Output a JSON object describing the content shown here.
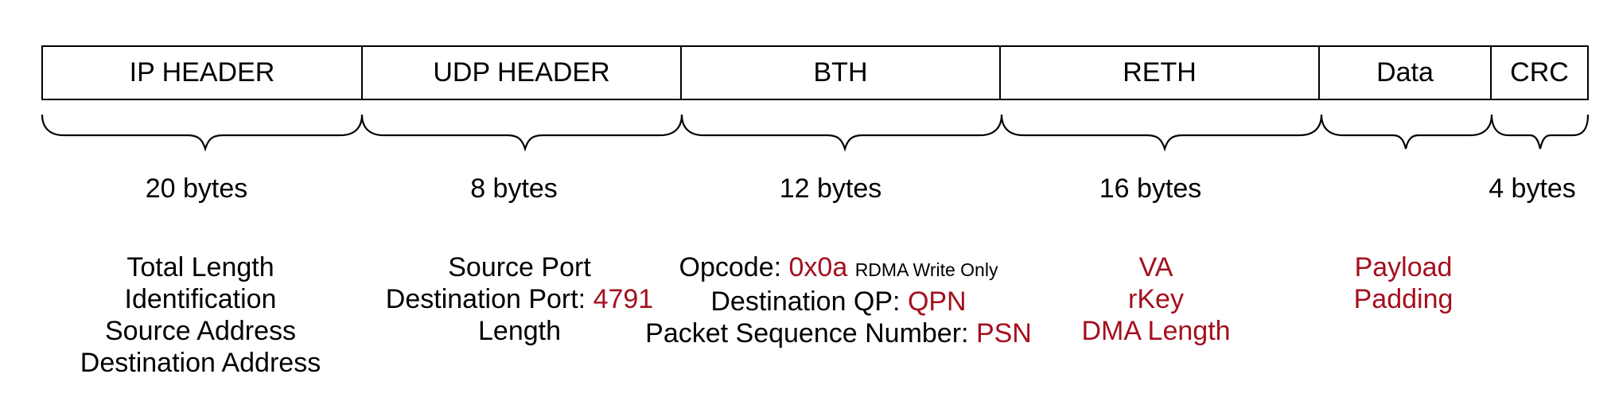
{
  "colors": {
    "highlight": "#a50f1e",
    "text": "#000000"
  },
  "headers": {
    "ip": "IP HEADER",
    "udp": "UDP HEADER",
    "bth": "BTH",
    "reth": "RETH",
    "data": "Data",
    "crc": "CRC"
  },
  "sizes": {
    "ip": "20 bytes",
    "udp": "8 bytes",
    "bth": "12 bytes",
    "reth": "16 bytes",
    "crc": "4 bytes"
  },
  "fields": {
    "ip": [
      "Total Length",
      "Identification",
      "Source Address",
      "Destination Address"
    ],
    "udp": {
      "source_port": "Source Port",
      "dest_port_label": "Destination Port: ",
      "dest_port_value": "4791",
      "length": "Length"
    },
    "bth": {
      "opcode_label": "Opcode: ",
      "opcode_value": "0x0a",
      "opcode_note": "RDMA Write Only",
      "dest_qp_label": "Destination QP: ",
      "dest_qp_value": "QPN",
      "psn_label": "Packet Sequence Number: ",
      "psn_value": "PSN"
    },
    "reth": [
      "VA",
      "rKey",
      "DMA Length"
    ],
    "data": [
      "Payload",
      "Padding"
    ]
  }
}
